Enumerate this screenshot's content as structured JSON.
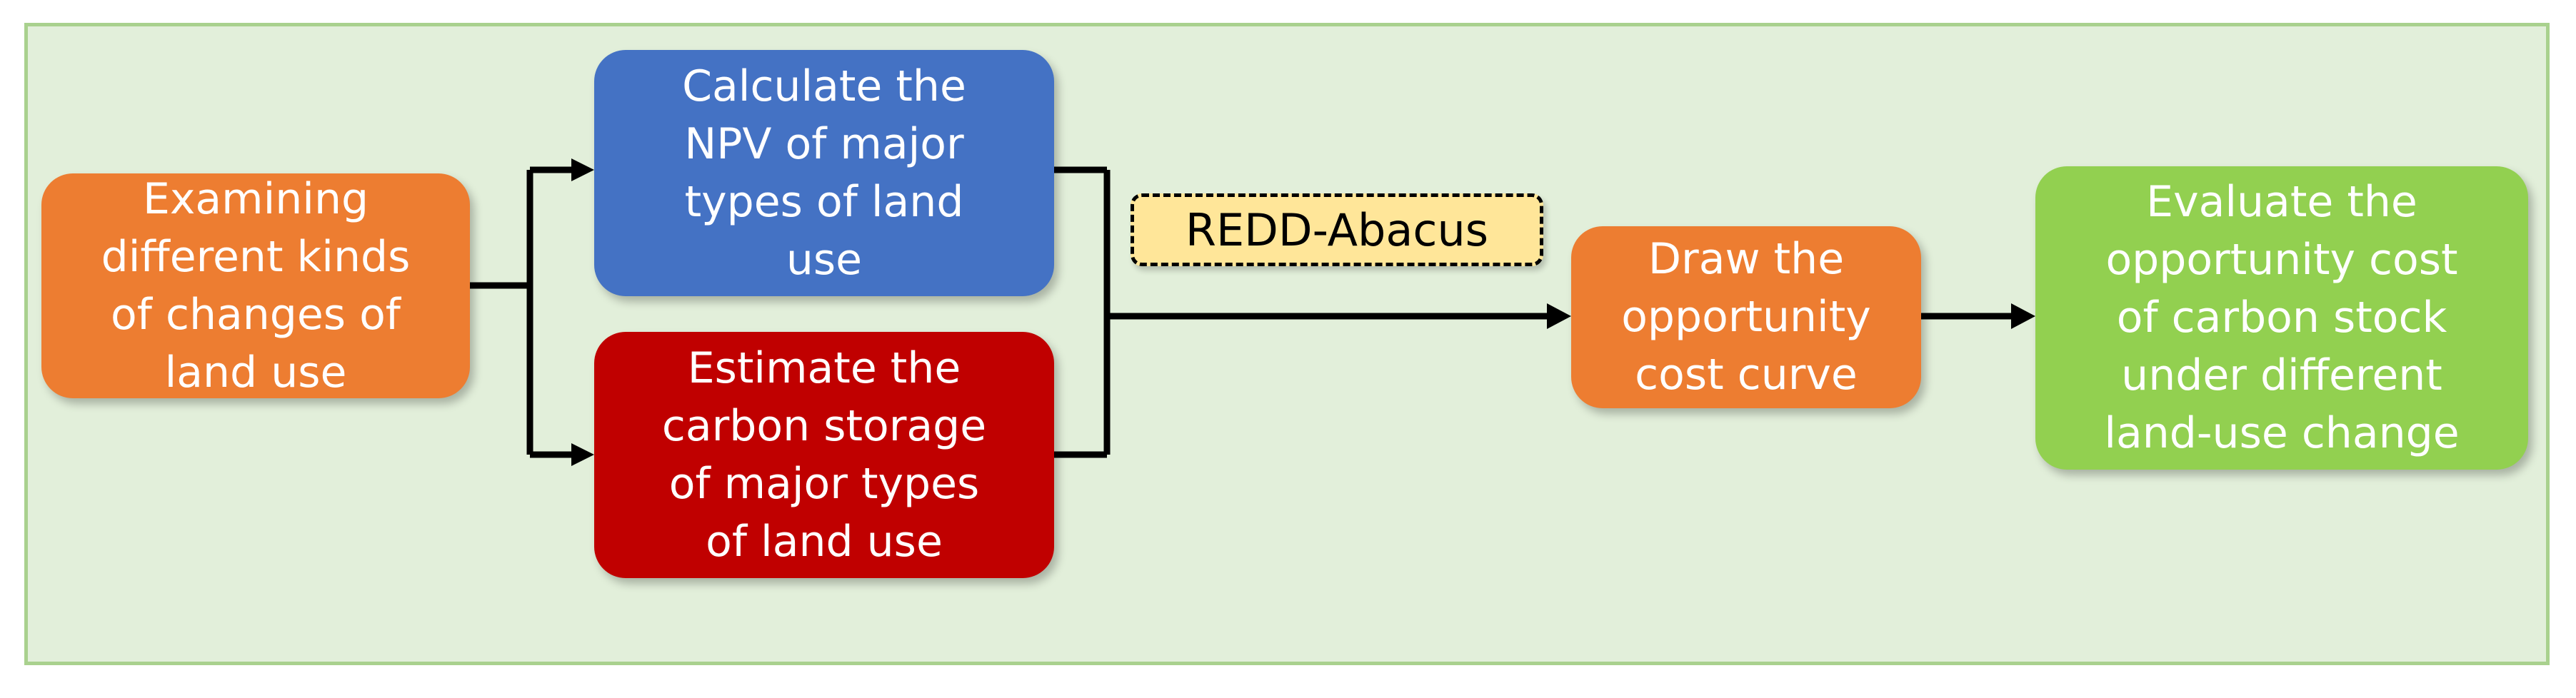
{
  "diagram": {
    "nodes": {
      "examining": "Examining\ndifferent kinds\nof changes of\nland use",
      "npv": "Calculate the\nNPV of major\ntypes of land\nuse",
      "carbon": "Estimate the\ncarbon storage\nof major types\nof land use",
      "draw": "Draw the\nopportunity\ncost curve",
      "evaluate": "Evaluate the\nopportunity cost\nof carbon stock\nunder different\nland-use change"
    },
    "tool_label": "REDD-Abacus",
    "colors": {
      "panel_background": "#e2efda",
      "panel_border": "#a9d18e",
      "orange": "#ed7d31",
      "blue": "#4472c4",
      "red": "#c00000",
      "green": "#92d050",
      "tool_label_fill": "#ffe699",
      "connector": "#000000"
    }
  }
}
